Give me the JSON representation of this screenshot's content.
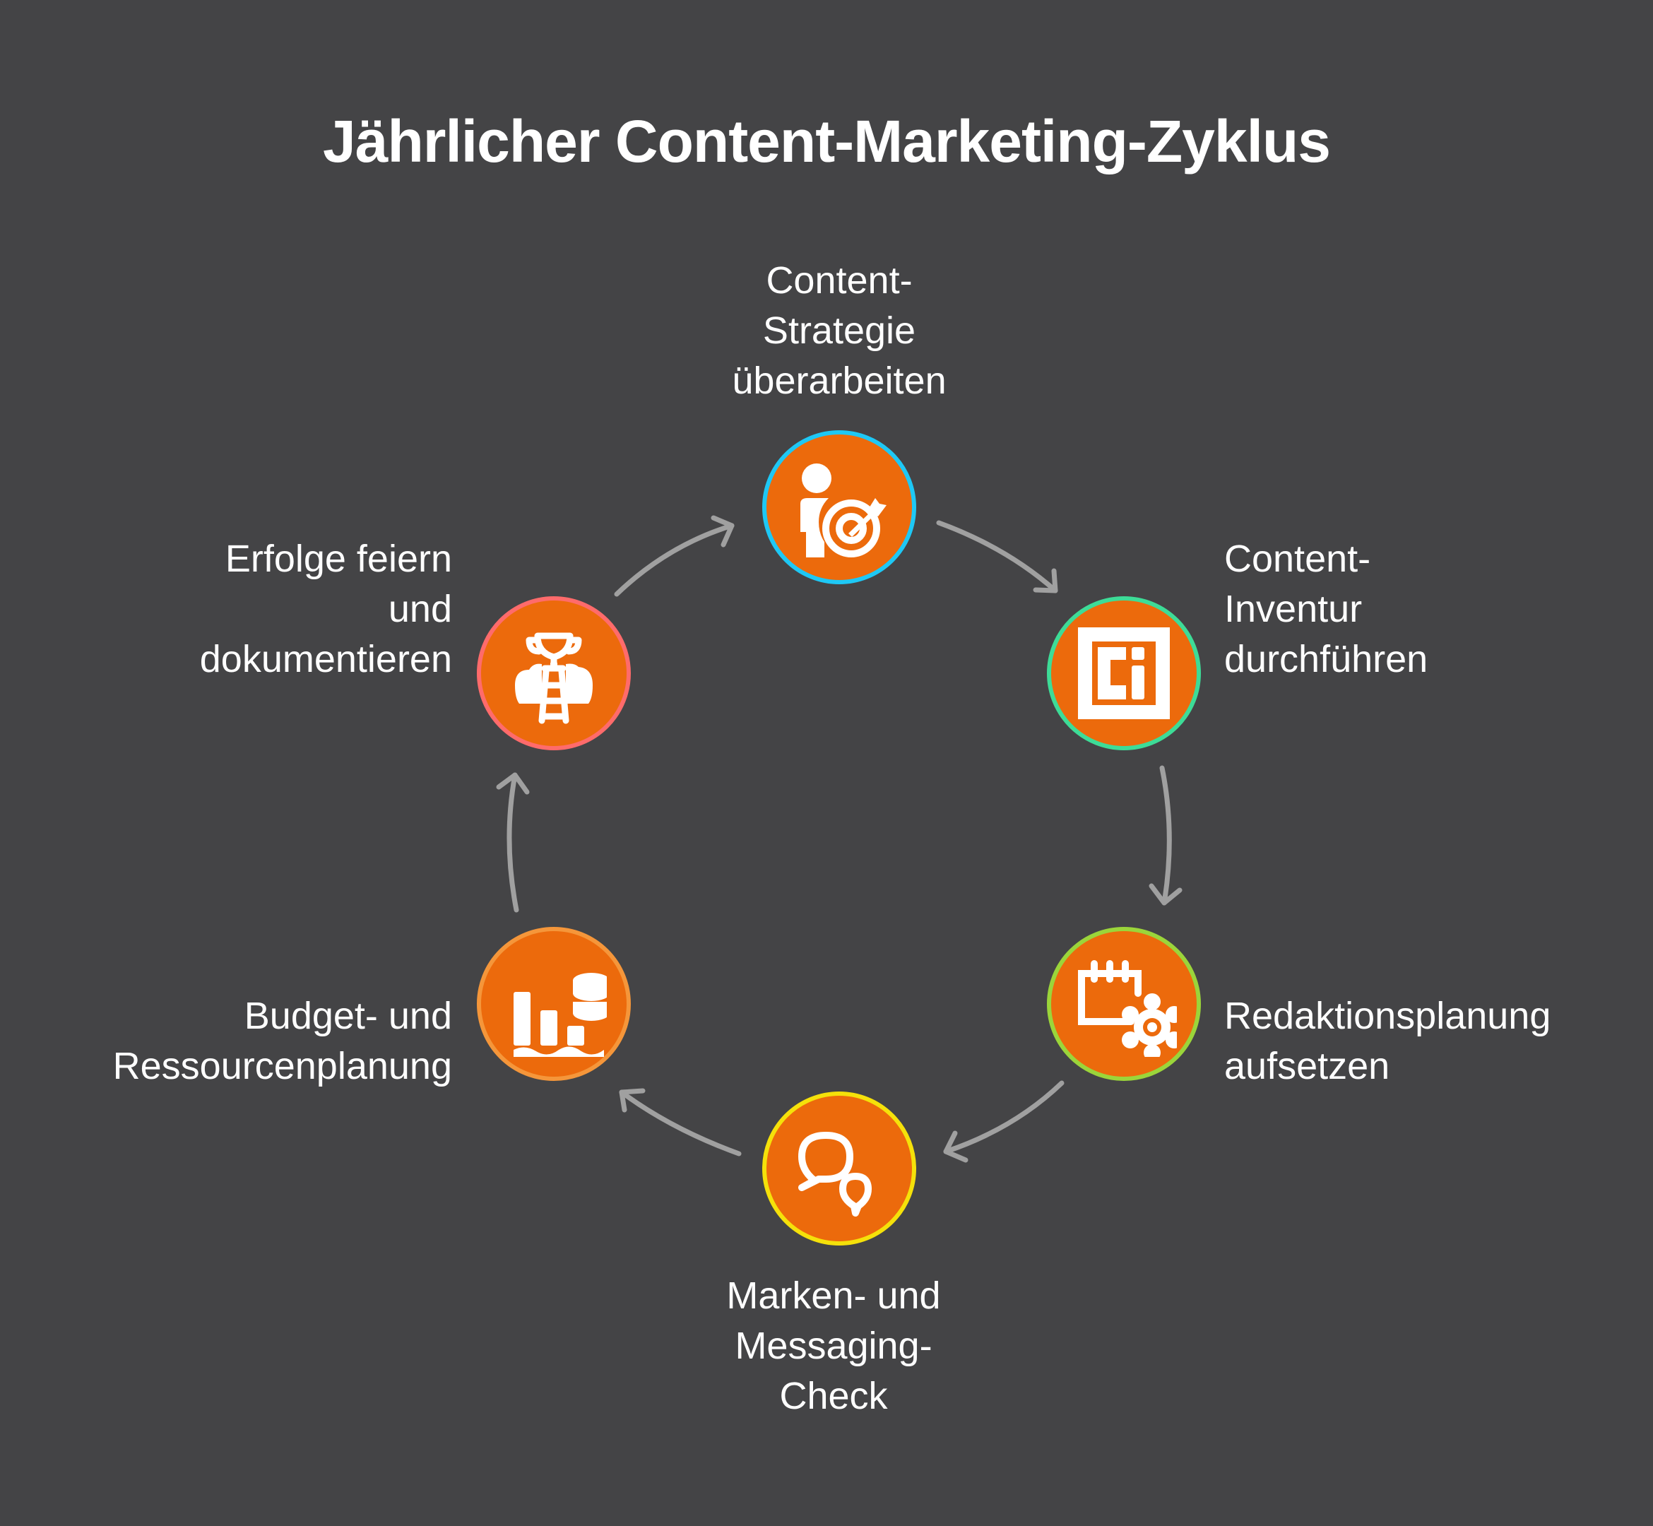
{
  "title": "Jährlicher Content-Marketing-Zyklus",
  "colors": {
    "background": "#444446",
    "node_fill": "#ec6a0c",
    "arrow": "#a0a0a0",
    "text": "#ffffff"
  },
  "steps": [
    {
      "id": "content-strategie",
      "label_lines": [
        "Content-",
        "Strategie",
        "überarbeiten"
      ],
      "icon": "person-target-icon",
      "border_color": "#1ec8f5",
      "position": "top"
    },
    {
      "id": "content-inventur",
      "label_lines": [
        "Content-",
        "Inventur",
        "durchführen"
      ],
      "icon": "inventory-ci-icon",
      "border_color": "#3ddc97",
      "position": "upper-right"
    },
    {
      "id": "redaktionsplanung",
      "label_lines": [
        "Redaktionsplanung",
        "aufsetzen"
      ],
      "icon": "calendar-gear-icon",
      "border_color": "#9bd53a",
      "position": "lower-right"
    },
    {
      "id": "marken-messaging",
      "label_lines": [
        "Marken- und",
        "Messaging-",
        "Check"
      ],
      "icon": "chat-bubbles-icon",
      "border_color": "#f5e10a",
      "position": "bottom"
    },
    {
      "id": "budget-ressourcen",
      "label_lines": [
        "Budget- und",
        "Ressourcenplanung"
      ],
      "icon": "budget-chart-database-icon",
      "border_color": "#f5963a",
      "position": "lower-left"
    },
    {
      "id": "erfolge-feiern",
      "label_lines": [
        "Erfolge feiern",
        "und",
        "dokumentieren"
      ],
      "icon": "trophy-ladder-icon",
      "border_color": "#ff6b6b",
      "position": "upper-left"
    }
  ],
  "flow": [
    "content-strategie",
    "content-inventur",
    "redaktionsplanung",
    "marken-messaging",
    "budget-ressourcen",
    "erfolge-feiern",
    "content-strategie"
  ]
}
